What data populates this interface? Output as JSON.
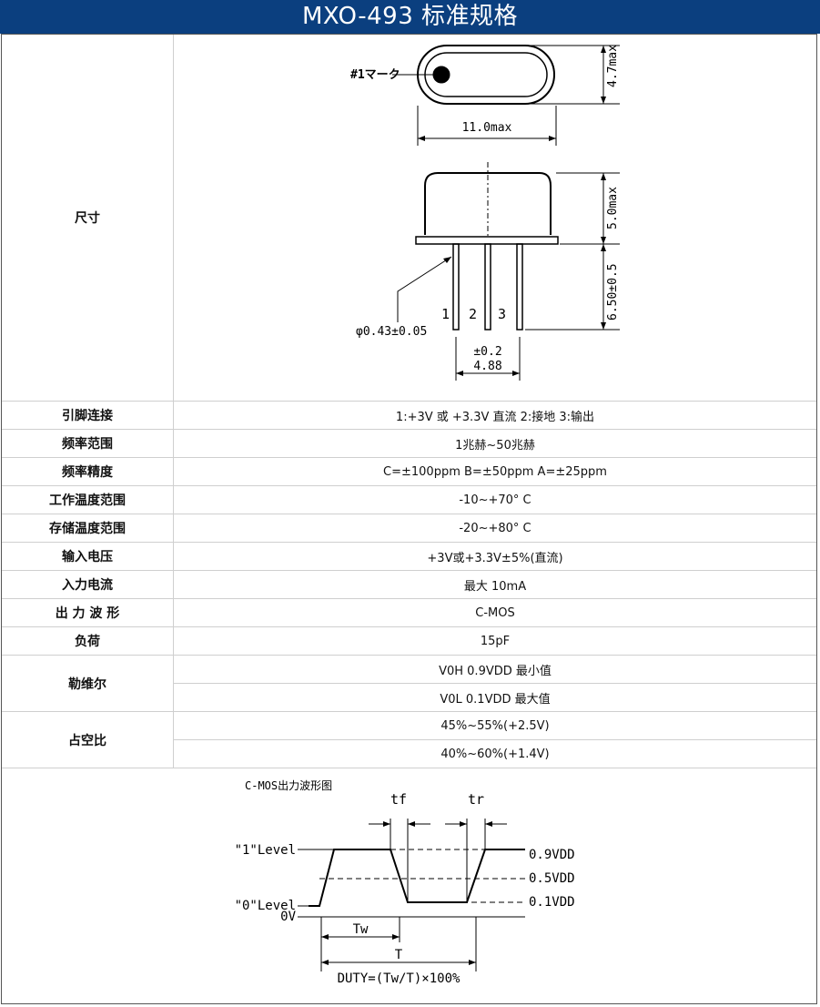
{
  "title": "MXO-493 标准规格",
  "dimensions": {
    "label": "尺寸",
    "pin1_mark": "#1マーク",
    "height_top": "4.7max",
    "width_top": "11.0max",
    "body_height": "5.0max",
    "lead_length": "6.50±0.5",
    "pin_diameter": "φ0.43±0.05",
    "pin_labels": [
      "1",
      "2",
      "3"
    ],
    "pitch_tol": "±0.2",
    "pitch": "4.88"
  },
  "specs": [
    {
      "label": "引脚连接",
      "value": "1:+3V 或 +3.3V 直流 2:接地 3:输出"
    },
    {
      "label": "频率范围",
      "value": "1兆赫~50兆赫"
    },
    {
      "label": "频率精度",
      "value": "C=±100ppm B=±50ppm A=±25ppm"
    },
    {
      "label": "工作温度范围",
      "value": "-10~+70° C"
    },
    {
      "label": "存储温度范围",
      "value": "-20~+80° C"
    },
    {
      "label": "输入电压",
      "value": "+3V或+3.3V±5%(直流)"
    },
    {
      "label": "入力电流",
      "value": "最大 10mA"
    },
    {
      "label": "出 力 波 形",
      "value": "C-MOS"
    },
    {
      "label": "负荷",
      "value": "15pF"
    }
  ],
  "logic_level": {
    "label": "勒维尔",
    "high": "V0H 0.9VDD 最小值",
    "low": "V0L 0.1VDD 最大值"
  },
  "duty": {
    "label": "占空比",
    "a": "45%~55%(+2.5V)",
    "b": "40%~60%(+1.4V)"
  },
  "waveform": {
    "title": "C-MOS出力波形图",
    "tf": "tf",
    "tr": "tr",
    "level1": "\"1\"Level",
    "level0": "\"0\"Level",
    "zero_v": "0V",
    "v09": "0.9VDD",
    "v05": "0.5VDD",
    "v01": "0.1VDD",
    "tw": "Tw",
    "t": "T",
    "formula": "DUTY=(Tw/T)×100%"
  },
  "colors": {
    "title_bar": "#0b3f7f"
  }
}
